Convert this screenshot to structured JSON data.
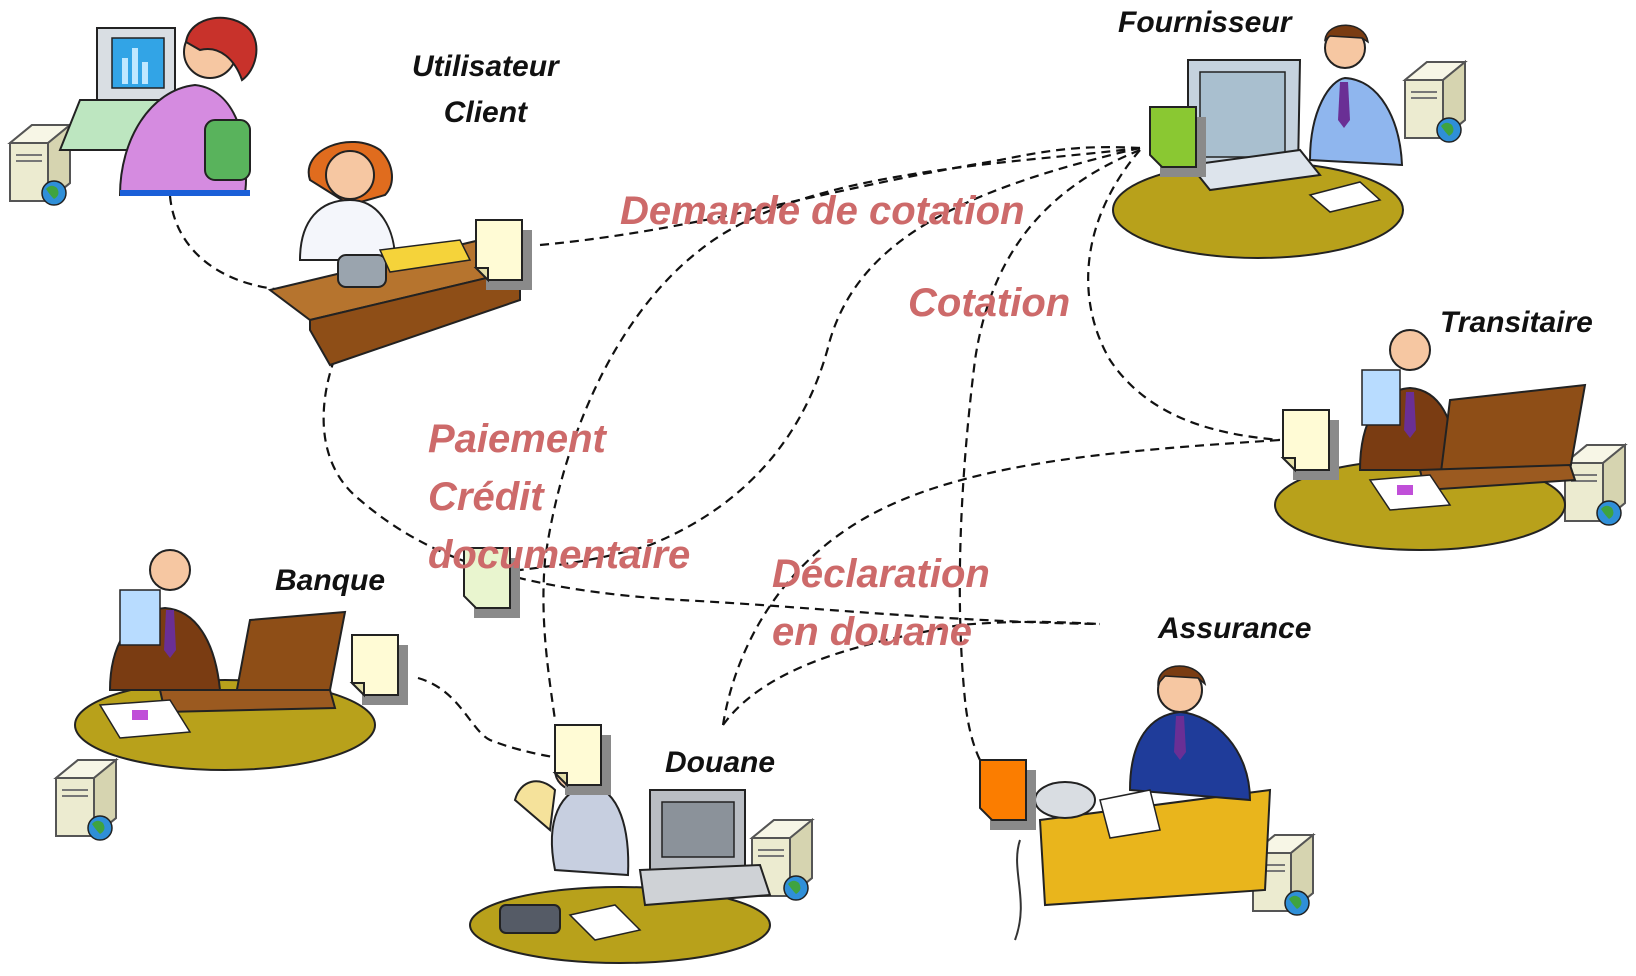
{
  "colors": {
    "flow_label": "#cd6a6a",
    "connector": "#111111",
    "doc_default": "#fffbd5",
    "doc_green": "#8ac832",
    "doc_lightgreen": "#e9f5cf",
    "doc_orange": "#fb7d00",
    "desk_olive": "#b8a11b",
    "desk_wood": "#9b5a20",
    "server": "#ecebd0"
  },
  "actors": {
    "client": "Utilisateur\nClient",
    "fournisseur": "Fournisseur",
    "transitaire": "Transitaire",
    "banque": "Banque",
    "douane": "Douane",
    "assurance": "Assurance"
  },
  "flows": {
    "demande": "Demande de cotation",
    "cotation": "Cotation",
    "paiement": "Paiement\nCrédit\ndocumentaire",
    "declaration": "Déclaration\nen douane"
  },
  "icons": {
    "server": "server-globe-icon",
    "document": "document-icon",
    "person": "office-person-clipart"
  }
}
